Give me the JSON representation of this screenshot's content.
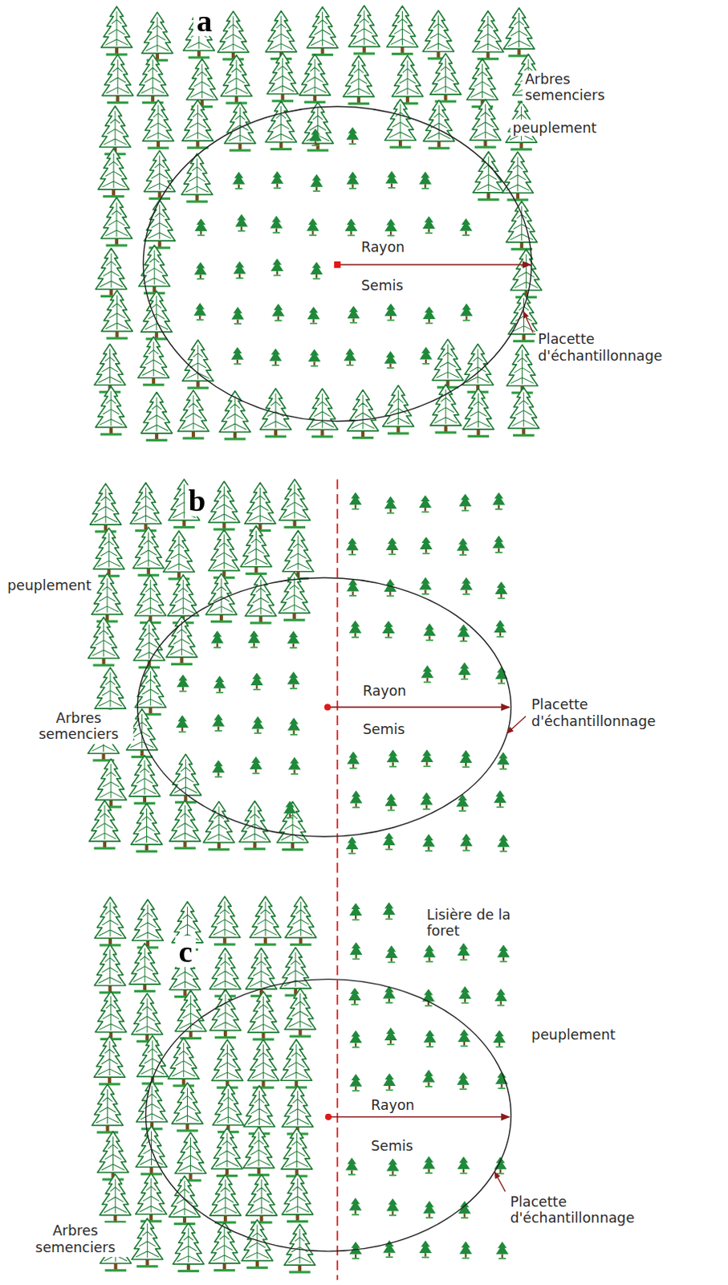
{
  "diagram": {
    "labels": [
      "a",
      "Arbres semenciers",
      "peuplement",
      "Rayon",
      "Semis",
      "Placette d'échantillonnage",
      "b",
      "peuplement",
      "Rayon",
      "Placette d'échantillonnage",
      "Arbres semenciers",
      "Semis",
      "c",
      "Lisière de la foret",
      "peuplement",
      "Rayon",
      "Semis",
      "Placette d'échantillonnage",
      "Arbres semenciers"
    ]
  }
}
